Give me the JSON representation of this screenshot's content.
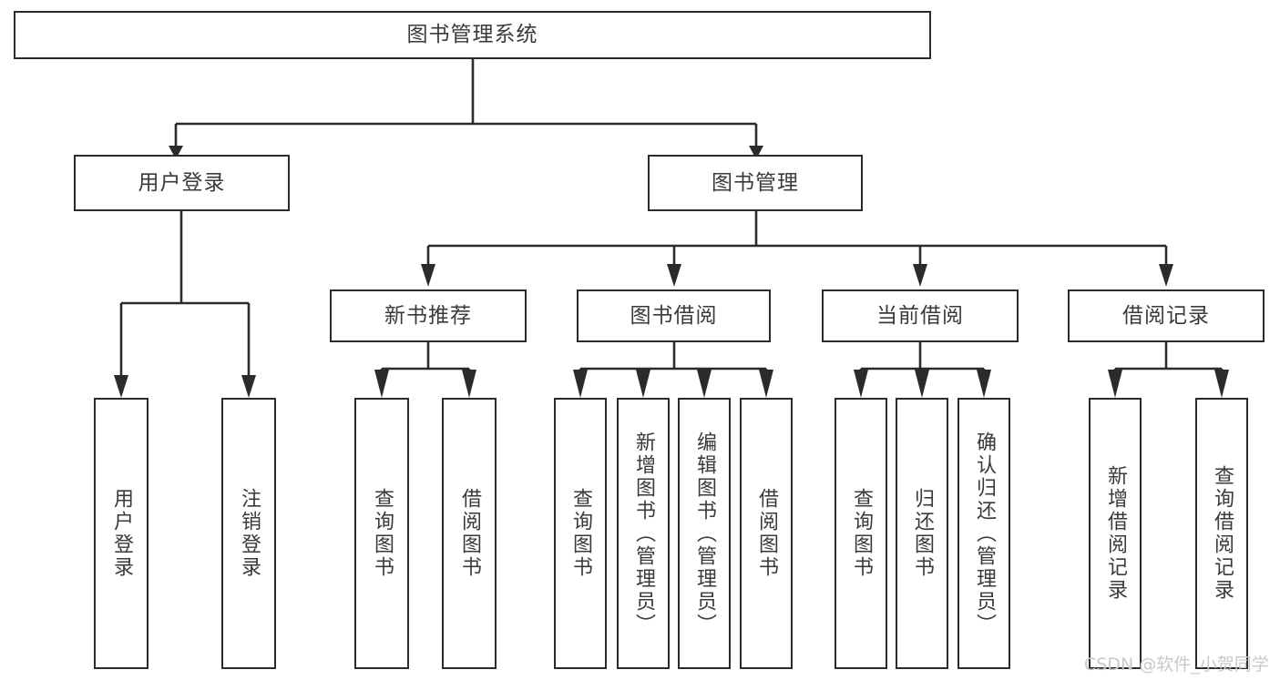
{
  "diagram": {
    "title": "图书管理系统",
    "type": "tree-structure-chart",
    "watermark": "CSDN @软件_小贺同学",
    "colors": {
      "box_border": "#2b2b2b",
      "box_fill": "#ffffff",
      "text": "#3a3a3a",
      "edge": "#2b2b2b",
      "watermark": "#c9c9c9",
      "background": "#ffffff"
    },
    "nodes": {
      "root": {
        "label": "图书管理系统"
      },
      "level2": [
        {
          "id": "user-login",
          "label": "用户登录"
        },
        {
          "id": "book-manage",
          "label": "图书管理"
        }
      ],
      "level3": [
        {
          "id": "new-book-recommend",
          "label": "新书推荐"
        },
        {
          "id": "book-borrow",
          "label": "图书借阅"
        },
        {
          "id": "current-borrow",
          "label": "当前借阅"
        },
        {
          "id": "borrow-record",
          "label": "借阅记录"
        }
      ],
      "leaves": {
        "user-login": [
          {
            "id": "leaf-user-login",
            "label": "用户登录"
          },
          {
            "id": "leaf-logout",
            "label": "注销登录"
          }
        ],
        "new-book-recommend": [
          {
            "id": "leaf-query-book-1",
            "label": "查询图书"
          },
          {
            "id": "leaf-borrow-book-1",
            "label": "借阅图书"
          }
        ],
        "book-borrow": [
          {
            "id": "leaf-query-book-2",
            "label": "查询图书"
          },
          {
            "id": "leaf-add-book",
            "label": "新增图书（管理员）"
          },
          {
            "id": "leaf-edit-book",
            "label": "编辑图书（管理员）"
          },
          {
            "id": "leaf-borrow-book-2",
            "label": "借阅图书"
          }
        ],
        "current-borrow": [
          {
            "id": "leaf-query-book-3",
            "label": "查询图书"
          },
          {
            "id": "leaf-return-book",
            "label": "归还图书"
          },
          {
            "id": "leaf-confirm-return",
            "label": "确认归还（管理员）"
          }
        ],
        "borrow-record": [
          {
            "id": "leaf-add-record",
            "label": "新增借阅记录"
          },
          {
            "id": "leaf-query-record",
            "label": "查询借阅记录"
          }
        ]
      }
    }
  }
}
